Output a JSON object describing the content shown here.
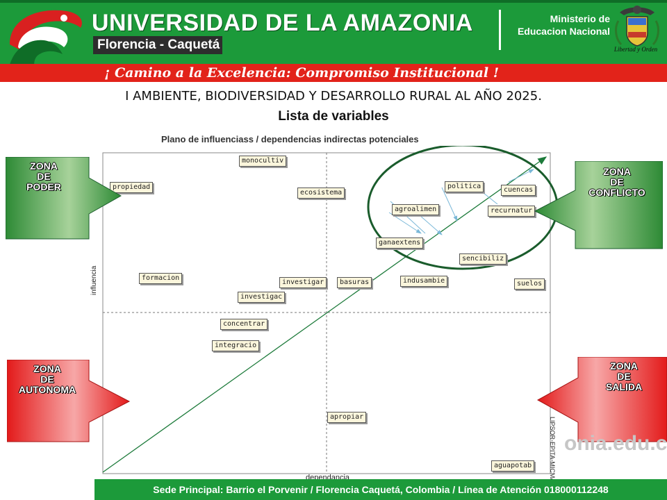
{
  "header": {
    "university": "UNIVERSIDAD DE LA AMAZONIA",
    "city": "Florencia - Caquetá",
    "ministry_line1": "Ministerio de",
    "ministry_line2": "Educacion Nacional",
    "motto": "Libertad y Orden",
    "slogan": "¡ Camino a la Excelencia: Compromiso Institucional !",
    "colors": {
      "green": "#1c9a3a",
      "red": "#e2231a"
    }
  },
  "slide": {
    "title": "I AMBIENTE, BIODIVERSIDAD Y DESARROLLO RURAL AL AÑO 2025.",
    "subtitle": "Lista de variables"
  },
  "plot": {
    "title": "Plano de influenciass / dependencias indirectas potenciales",
    "xlabel": "dependancia",
    "ylabel": "influencia",
    "side_note": "LIPSOR-EPITA-MICMAC",
    "variables": [
      "monocultiv",
      "propiedad",
      "ecosistema",
      "politica",
      "cuencas",
      "agroalimen",
      "recurnatur",
      "ganaextens",
      "sencibiliz",
      "formacion",
      "investigar",
      "basuras",
      "indusambie",
      "suelos",
      "investigac",
      "concentrar",
      "integracio",
      "apropiar",
      "aguapotab"
    ]
  },
  "zones": {
    "poder": [
      "ZONA",
      "DE",
      "PODER"
    ],
    "conflicto": [
      "ZONA",
      "DE",
      "CONFLICTO"
    ],
    "autonomia": [
      "ZONA",
      "DE",
      "AUTONOMA"
    ],
    "salida": [
      "ZONA",
      "DE",
      "SALIDA"
    ]
  },
  "footer": {
    "watermark_url": "onia.edu.co",
    "text": "Sede Principal: Barrio el Porvenir / Florencia Caquetá, Colombia / Línea de Atención 018000112248"
  }
}
